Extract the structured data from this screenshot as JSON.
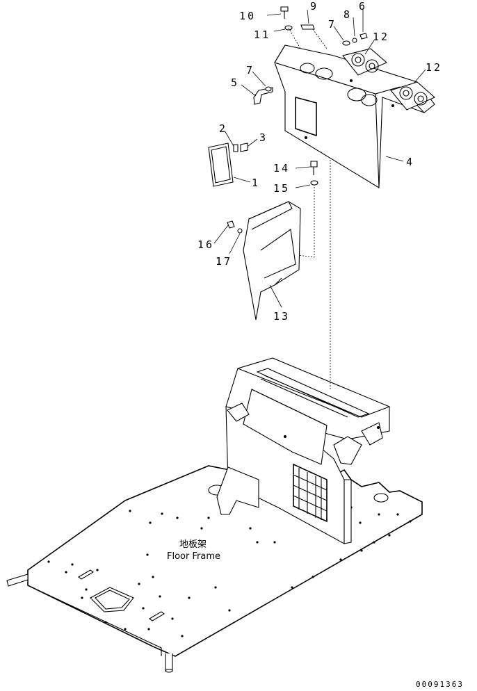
{
  "callouts": {
    "c1": "1",
    "c2": "2",
    "c3": "3",
    "c4": "4",
    "c5": "5",
    "c6": "6",
    "c7a": "7",
    "c7b": "7",
    "c8": "8",
    "c9": "9",
    "c10": "10",
    "c11": "11",
    "c12a": "12",
    "c12b": "12",
    "c13": "13",
    "c14": "14",
    "c15": "15",
    "c16": "16",
    "c17": "17"
  },
  "floor_frame": {
    "label_cn": "地板架",
    "label_en": "Floor Frame"
  },
  "document_id": "00091363"
}
